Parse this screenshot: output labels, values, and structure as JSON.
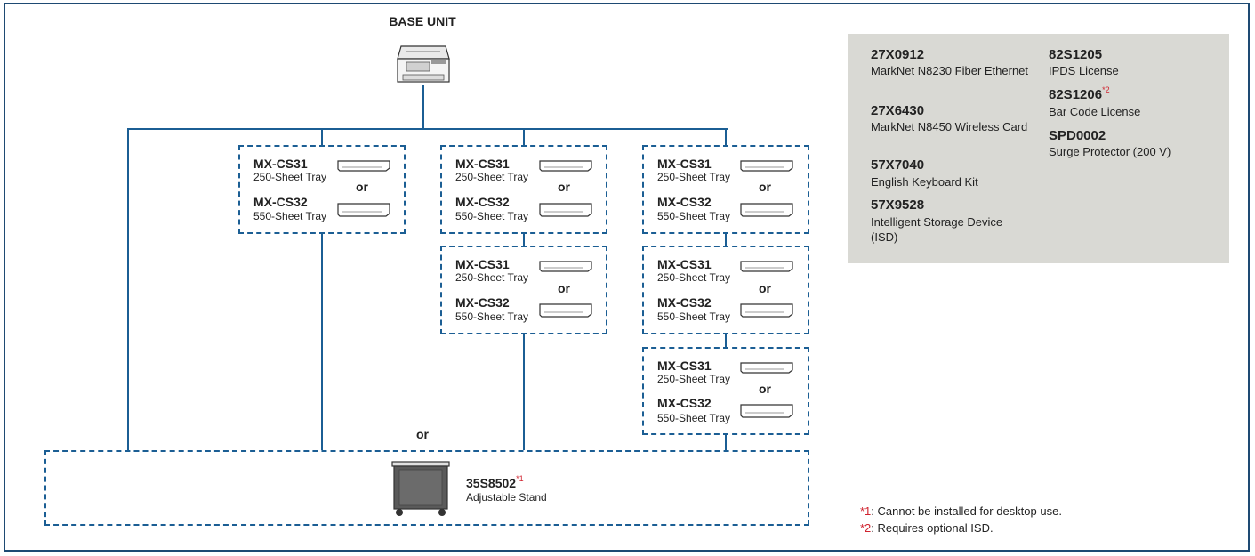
{
  "title": "BASE UNIT",
  "trays": {
    "cs31_code": "MX-CS31",
    "cs31_desc": "250-Sheet Tray",
    "cs32_code": "MX-CS32",
    "cs32_desc": "550-Sheet Tray",
    "or": "or"
  },
  "stand": {
    "or": "or",
    "code": "35S8502",
    "marker": "*1",
    "desc": "Adjustable Stand"
  },
  "options": [
    {
      "code": "27X0912",
      "desc": "MarkNet N8230 Fiber Ethernet"
    },
    {
      "code": "27X6430",
      "desc": "MarkNet N8450 Wireless Card"
    },
    {
      "code": "57X7040",
      "desc": "English Keyboard Kit"
    },
    {
      "code": "57X9528",
      "desc": "Intelligent Storage Device (ISD)"
    },
    {
      "code": "82S1205",
      "desc": "IPDS License"
    },
    {
      "code": "82S1206",
      "marker": "*2",
      "desc": "Bar Code License"
    },
    {
      "code": "SPD0002",
      "desc": "Surge Protector (200 V)"
    }
  ],
  "footnotes": [
    {
      "marker": "*1",
      "text": ": Cannot be installed for desktop use."
    },
    {
      "marker": "*2",
      "text": ": Requires optional ISD."
    }
  ],
  "colors": {
    "line": "#1b5e94",
    "frame": "#1e4a73",
    "panel": "#d9d9d4",
    "marker": "#d0232f"
  }
}
